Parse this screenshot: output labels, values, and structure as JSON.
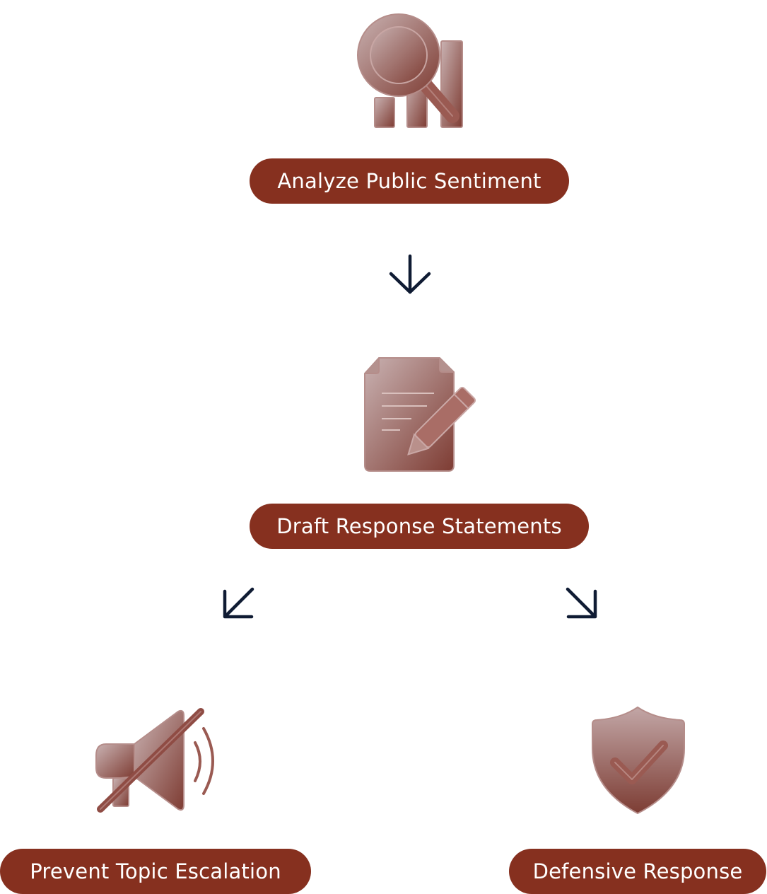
{
  "colors": {
    "pill_background": "#86301f",
    "pill_text": "#ffffff",
    "arrow": "#0f1b33",
    "icon_fill_top": "#c5aaaa",
    "icon_fill_bottom": "#7a4038"
  },
  "nodes": {
    "analyze": {
      "label": "Analyze Public Sentiment",
      "icon": "magnifier-bar-chart-icon"
    },
    "draft": {
      "label": "Draft Response Statements",
      "icon": "document-pencil-icon"
    },
    "prevent": {
      "label": "Prevent Topic Escalation",
      "icon": "muted-megaphone-icon"
    },
    "defensive": {
      "label": "Defensive Response",
      "icon": "shield-check-icon"
    }
  },
  "edges": [
    {
      "from": "analyze",
      "to": "draft",
      "icon": "arrow-down-icon"
    },
    {
      "from": "draft",
      "to": "prevent",
      "icon": "arrow-down-left-icon"
    },
    {
      "from": "draft",
      "to": "defensive",
      "icon": "arrow-down-right-icon"
    }
  ]
}
